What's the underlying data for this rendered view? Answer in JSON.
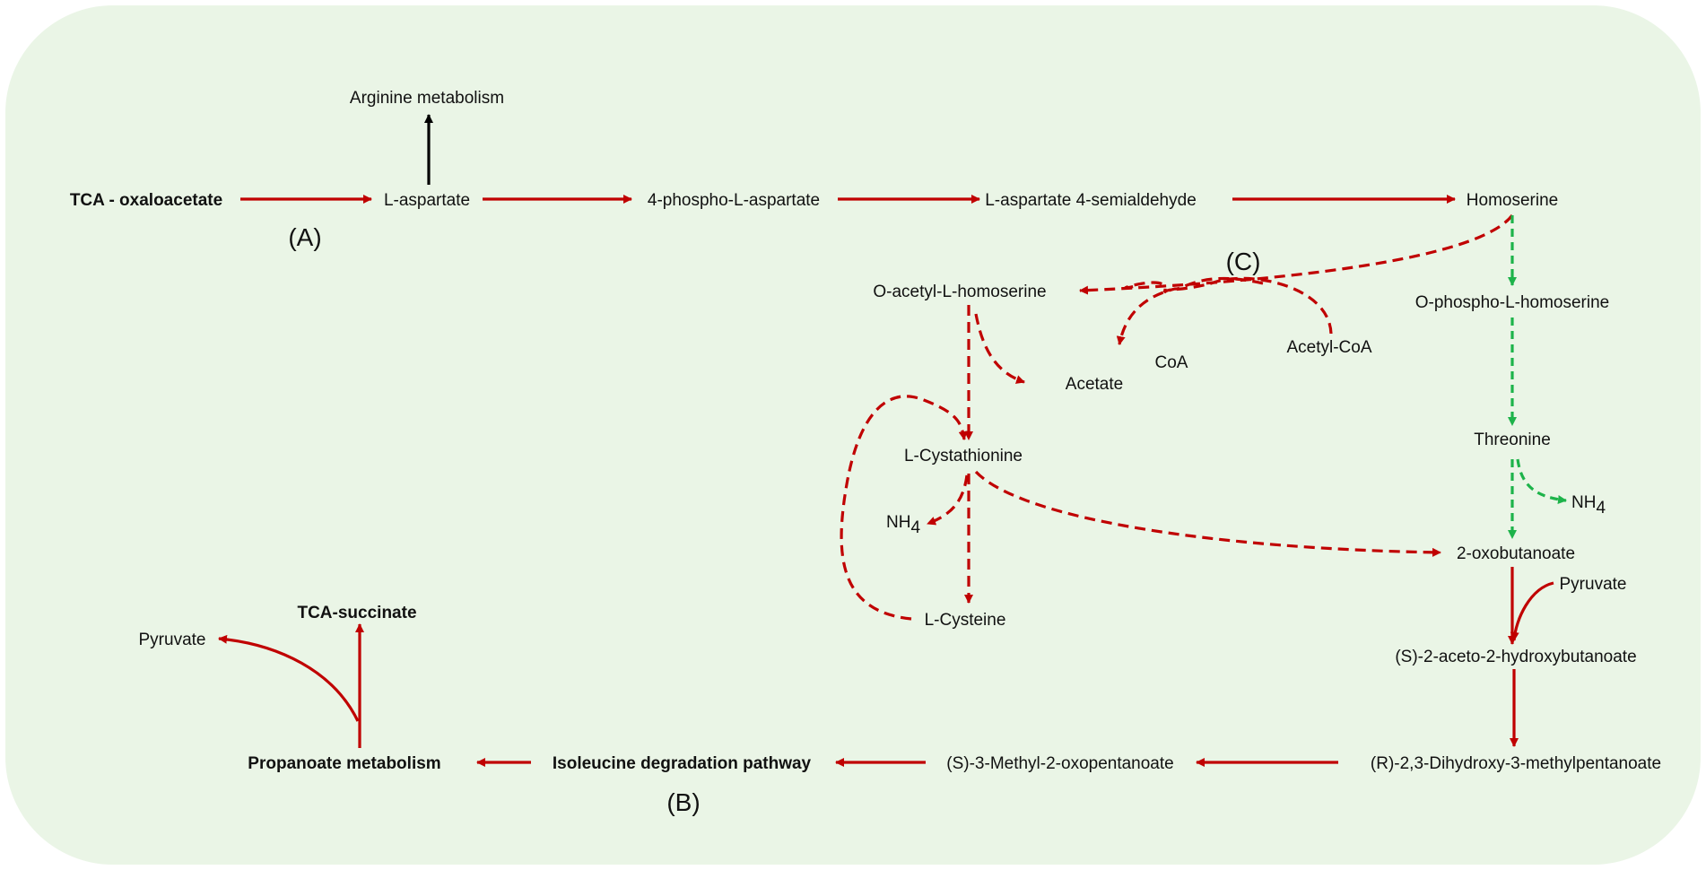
{
  "colors": {
    "red": "#c00000",
    "green": "#1db34a",
    "black": "#000000",
    "background": "#eaf5e6"
  },
  "panels": {
    "a": "(A)",
    "b": "(B)",
    "c": "(C)"
  },
  "nodes": {
    "tca_oxaloacetate": "TCA - oxaloacetate",
    "l_aspartate": "L-aspartate",
    "arginine_metabolism": "Arginine metabolism",
    "phospho_aspartate": "4-phospho-L-aspartate",
    "aspartate_semialdehyde": "L-aspartate 4-semialdehyde",
    "homoserine": "Homoserine",
    "o_acetyl_homoserine": "O-acetyl-L-homoserine",
    "coa": "CoA",
    "acetyl_coa": "Acetyl-CoA",
    "acetate": "Acetate",
    "o_phospho_homoserine": "O-phospho-L-homoserine",
    "l_cystathionine": "L-Cystathionine",
    "threonine": "Threonine",
    "nh4_base": "NH",
    "nh4_sub": "4",
    "oxobutanoate": "2-oxobutanoate",
    "l_cysteine": "L-Cysteine",
    "pyruvate": "Pyruvate",
    "tca_succinate": "TCA-succinate",
    "aceto_hydroxybutanoate": "(S)-2-aceto-2-hydroxybutanoate",
    "propanoate_metabolism": "Propanoate metabolism",
    "isoleucine_degradation": "Isoleucine degradation pathway",
    "methyl_oxopentanoate": "(S)-3-Methyl-2-oxopentanoate",
    "dihydroxy_methylpentanoate": "(R)-2,3-Dihydroxy-3-methylpentanoate"
  }
}
